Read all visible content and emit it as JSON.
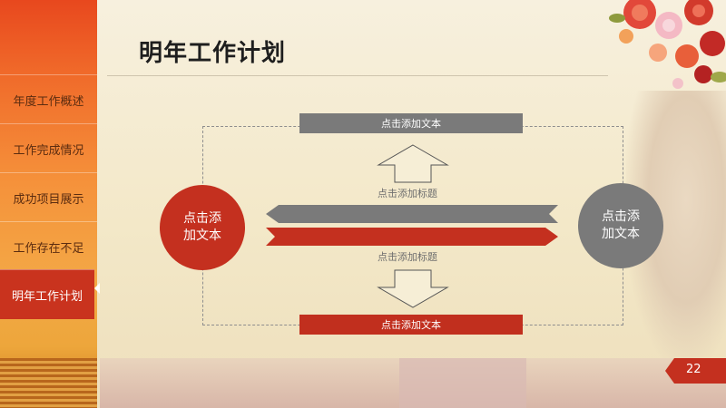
{
  "slide": {
    "title": "明年工作计划",
    "page_number": "22"
  },
  "sidebar": {
    "items": [
      {
        "label": "年度工作概述",
        "active": false
      },
      {
        "label": "工作完成情况",
        "active": false
      },
      {
        "label": "成功项目展示",
        "active": false
      },
      {
        "label": "工作存在不足",
        "active": false
      },
      {
        "label": "明年工作计划",
        "active": true
      }
    ]
  },
  "diagram": {
    "top_bar": "点击添加文本",
    "bottom_bar": "点击添加文本",
    "title_top": "点击添加标题",
    "title_bottom": "点击添加标题",
    "left_circle": [
      "点击添",
      "加文本"
    ],
    "right_circle": [
      "点击添",
      "加文本"
    ]
  },
  "colors": {
    "accent_red": "#c4301f",
    "accent_gray": "#7a7a7a",
    "sidebar_orange": "#f06a2a"
  },
  "icons": [
    "flower-decoration-icon",
    "up-arrow-icon",
    "down-arrow-icon",
    "page-badge-icon"
  ]
}
